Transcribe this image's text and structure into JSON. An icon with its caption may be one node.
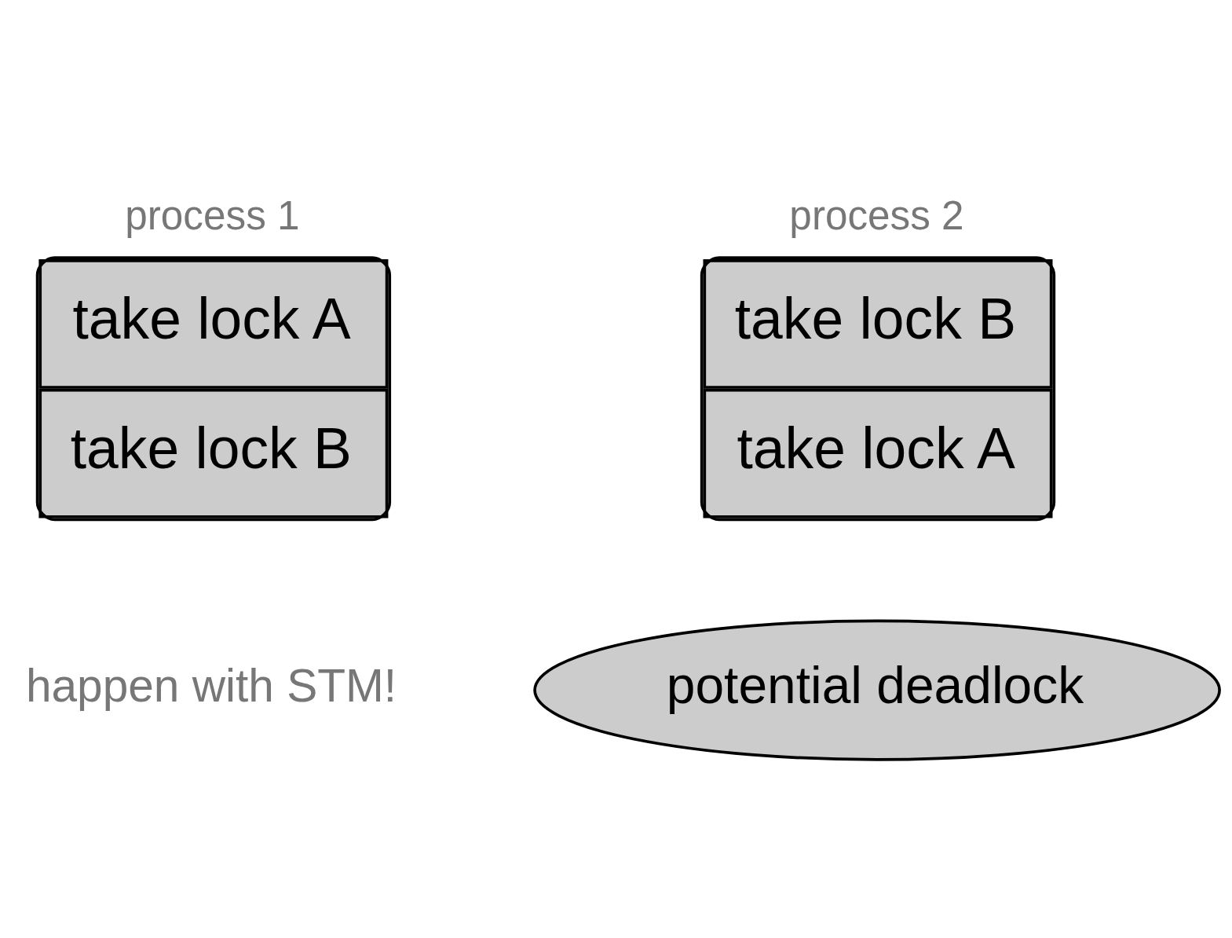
{
  "diagram": {
    "nodes": [
      {
        "text": [
          "process 1",
          "take lock A",
          "take lock B"
        ]
      },
      {
        "text": [
          "process 2",
          "take lock B",
          "take lock A"
        ]
      },
      {
        "text": [
          "potential deadlock"
        ]
      }
    ],
    "edges": [],
    "labels": [
      "happen with STM!"
    ]
  }
}
